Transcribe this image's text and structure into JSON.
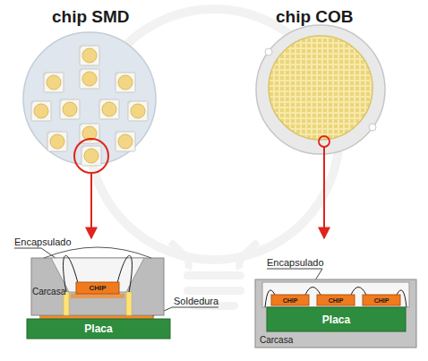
{
  "diagram": {
    "nodes": [
      {
        "text": [
          "Carcasa"
        ]
      },
      {
        "text": [
          "CHIP"
        ],
        "in": 0
      },
      {
        "text": [
          "Placa"
        ]
      },
      {
        "text": [
          "Carcasa"
        ]
      },
      {
        "text": [
          "CHIP"
        ],
        "in": 3
      },
      {
        "text": [
          "CHIP"
        ],
        "in": 3
      },
      {
        "text": [
          "CHIP"
        ],
        "in": 3
      },
      {
        "text": [
          "Placa"
        ],
        "in": 3
      }
    ],
    "labels": [
      "chip SMD",
      "chip COB",
      "Encapsulado",
      "Soldedura",
      "Encapsulado"
    ]
  }
}
